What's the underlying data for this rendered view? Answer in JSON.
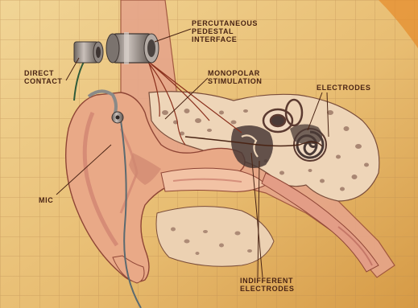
{
  "colors": {
    "paper_light": "#f1d596",
    "paper_dark": "#d9a457",
    "grid": "#b98a52",
    "skin": "#e9a987",
    "skin_shadow": "#c9796a",
    "bone": "#eed5b8",
    "bone_holes": "#9e7a68",
    "ink": "#4a2414",
    "metal": "#a49a94"
  },
  "labels": {
    "pedestal": "PERCUTANEOUS\nPEDESTAL\nINTERFACE",
    "direct_contact": "DIRECT\nCONTACT",
    "monopolar": "MONOPOLAR\nSTIMULATION",
    "electrodes": "ELECTRODES",
    "mic": "MIC",
    "indifferent": "INDIFFERENT\nELECTRODES"
  },
  "icons": {
    "pedestal": "percutaneous-pedestal-connector-icon",
    "direct_contact": "direct-contact-connector-icon",
    "mic": "microphone-icon"
  }
}
